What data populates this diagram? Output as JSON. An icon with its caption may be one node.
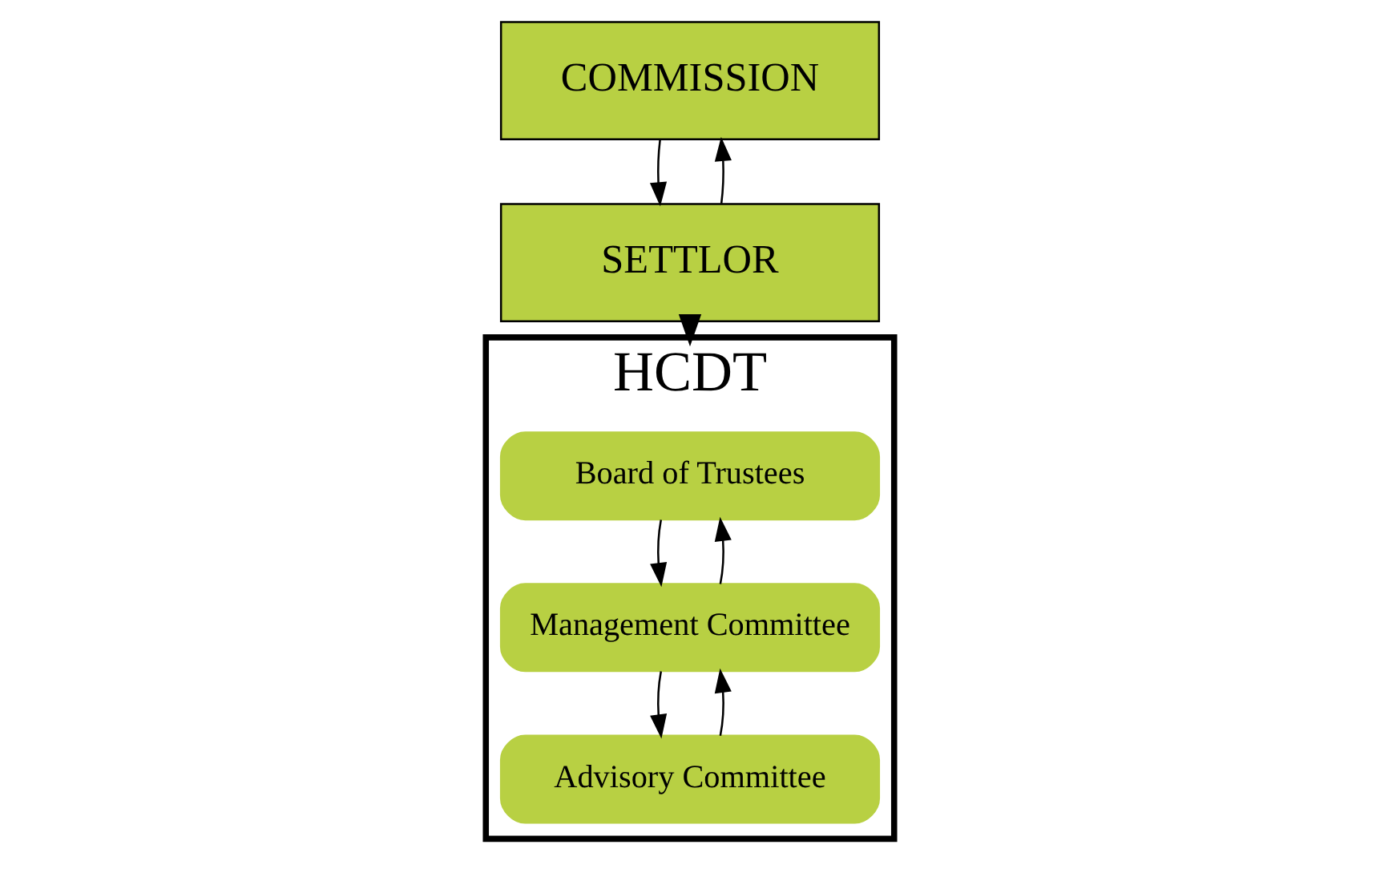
{
  "diagram": {
    "nodes": [
      {
        "text": [
          "COMMISSION"
        ]
      },
      {
        "text": [
          "SETTLOR"
        ]
      },
      {
        "text": [
          "HCDT"
        ]
      },
      {
        "text": [
          "Board of Trustees"
        ],
        "in": 2
      },
      {
        "text": [
          "Management Committee"
        ],
        "in": 2
      },
      {
        "text": [
          "Advisory Committee"
        ],
        "in": 2
      }
    ],
    "edges": [
      {
        "from": 0,
        "to": 1,
        "arrow": "to"
      },
      {
        "from": 1,
        "to": 0,
        "arrow": "to"
      },
      {
        "from": 1,
        "to": 2,
        "arrow": "to",
        "style": "thick"
      },
      {
        "from": 3,
        "to": 4,
        "arrow": "to"
      },
      {
        "from": 4,
        "to": 3,
        "arrow": "to"
      },
      {
        "from": 4,
        "to": 5,
        "arrow": "to"
      },
      {
        "from": 5,
        "to": 4,
        "arrow": "to"
      }
    ]
  }
}
